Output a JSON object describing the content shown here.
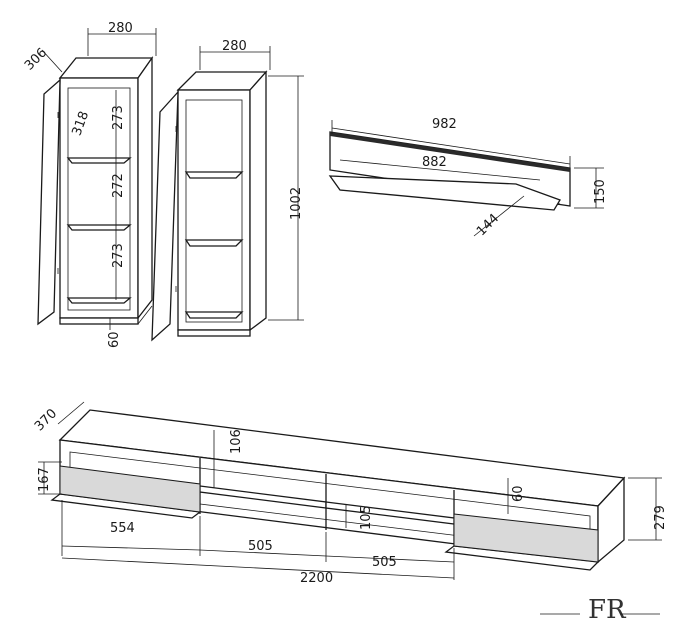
{
  "dimensions": {
    "cab1_width": "280",
    "cab1_depth": "306",
    "cab1_door_depth": "318",
    "cab1_shelf_top": "273",
    "cab1_shelf_mid": "272",
    "cab1_shelf_bottom": "273",
    "cab1_plinth": "60",
    "cab2_width": "280",
    "cab_height": "1002",
    "shelf_outer_width": "982",
    "shelf_inner_width": "882",
    "shelf_height": "150",
    "shelf_depth": "144",
    "tv_depth": "370",
    "tv_left_height": "167",
    "tv_section1": "554",
    "tv_section2": "505",
    "tv_section3": "505",
    "tv_total": "2200",
    "tv_height": "279",
    "tv_inner_top": "106",
    "tv_inner_mid": "105",
    "tv_inner_right": "60"
  },
  "logo": {
    "text": "FR"
  },
  "colors": {
    "line": "#1a1a1a",
    "background": "#ffffff"
  }
}
